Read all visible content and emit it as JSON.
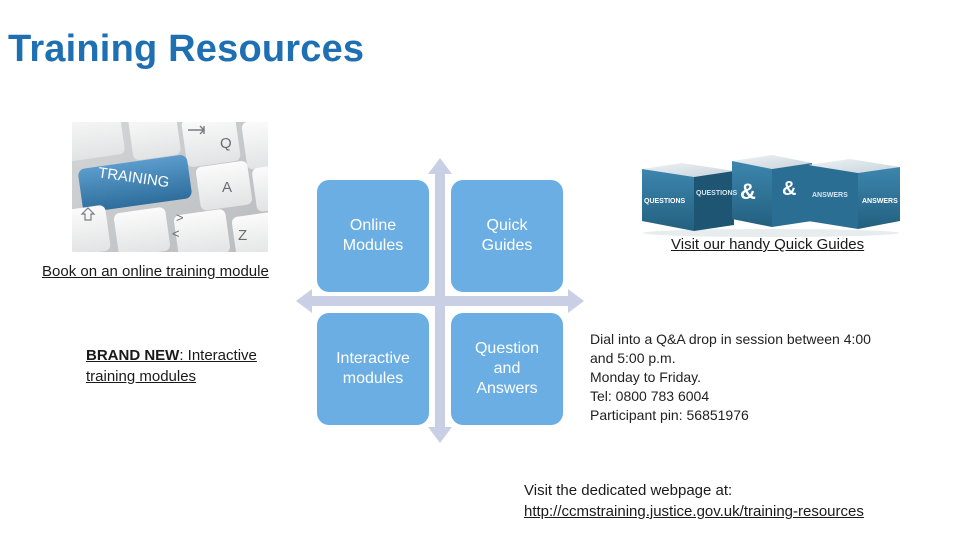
{
  "title": "Training Resources",
  "keyboard_image": {
    "key_label": "TRAINING",
    "keys": [
      "Q",
      "A",
      "Z",
      ">",
      "<"
    ]
  },
  "left_links": {
    "book": "Book on an online training module",
    "brand_prefix": "BRAND NEW",
    "brand_rest": ": Interactive training modules"
  },
  "quadrants": {
    "top_left": "Online Modules",
    "top_right": "Quick Guides",
    "bottom_left": "Interactive modules",
    "bottom_right": "Question and Answers"
  },
  "cubes_image": {
    "faces": [
      "QUESTIONS",
      "QUESTIONS",
      "&",
      "&",
      "ANSWERS",
      "ANSWERS"
    ]
  },
  "quick_guides_link": "Visit our handy Quick Guides",
  "dial_info": {
    "line1": "Dial into a Q&A drop in session between 4:00",
    "line2": "and 5:00 p.m.",
    "line3": "Monday to Friday.",
    "line4": "Tel: 0800 783 6004",
    "line5": "Participant pin: 56851976"
  },
  "visit": {
    "label": "Visit the dedicated webpage at:",
    "url": "http://ccmstraining.justice.gov.uk/training-resources"
  },
  "colors": {
    "title": "#1f6fb3",
    "tile": "#6aaee3",
    "axis": "#c9d0e6",
    "key_blue": "#2e6d9c",
    "cube_blue": "#2a6f95"
  }
}
